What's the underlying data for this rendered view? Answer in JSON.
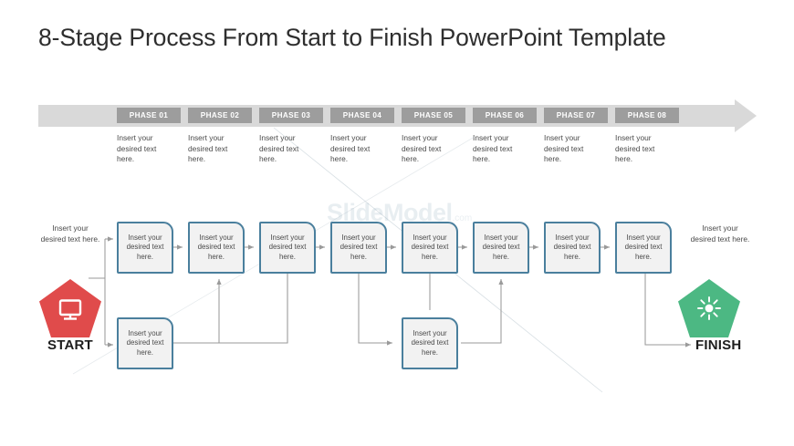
{
  "slide": {
    "title": "8-Stage Process From Start to Finish PowerPoint Template",
    "watermark": "SlideModel",
    "watermark_suffix": ".com",
    "background": "#ffffff"
  },
  "colors": {
    "banner": "#d9d9d9",
    "badge": "#9d9d9d",
    "badge_text": "#ffffff",
    "box_border": "#4a7f9d",
    "box_fill": "#f2f2f2",
    "start_pentagon": "#e04b4b",
    "finish_pentagon": "#4cb883",
    "connector": "#9a9a9a",
    "body_text": "#4a4a4a",
    "title_text": "#2e2e2e"
  },
  "banner": {
    "name": "phase-arrow-banner",
    "phases": [
      {
        "label": "PHASE 01",
        "note": "Insert your desired text here."
      },
      {
        "label": "PHASE 02",
        "note": "Insert your desired text here."
      },
      {
        "label": "PHASE 03",
        "note": "Insert your desired text here."
      },
      {
        "label": "PHASE 04",
        "note": "Insert your desired text here."
      },
      {
        "label": "PHASE 05",
        "note": "Insert your desired text here."
      },
      {
        "label": "PHASE 06",
        "note": "Insert your desired text here."
      },
      {
        "label": "PHASE 07",
        "note": "Insert your desired text here."
      },
      {
        "label": "PHASE 08",
        "note": "Insert your desired text here."
      }
    ]
  },
  "start": {
    "label": "START",
    "icon": "monitor-icon",
    "note": "Insert your desired text here.",
    "color": "#e04b4b"
  },
  "finish": {
    "label": "FINISH",
    "icon": "sparkle-icon",
    "note": "Insert your desired text here.",
    "color": "#4cb883"
  },
  "main_row": {
    "boxes": [
      {
        "text": "Insert your desired text here."
      },
      {
        "text": "Insert your desired text here."
      },
      {
        "text": "Insert your desired text here."
      },
      {
        "text": "Insert your desired text here."
      },
      {
        "text": "Insert your desired text here."
      },
      {
        "text": "Insert your desired text here."
      },
      {
        "text": "Insert your desired text here."
      },
      {
        "text": "Insert your desired text here."
      }
    ]
  },
  "lower_row": {
    "boxes": [
      {
        "text": "Insert your desired text here."
      },
      {
        "text": "Insert your desired text here."
      }
    ]
  }
}
